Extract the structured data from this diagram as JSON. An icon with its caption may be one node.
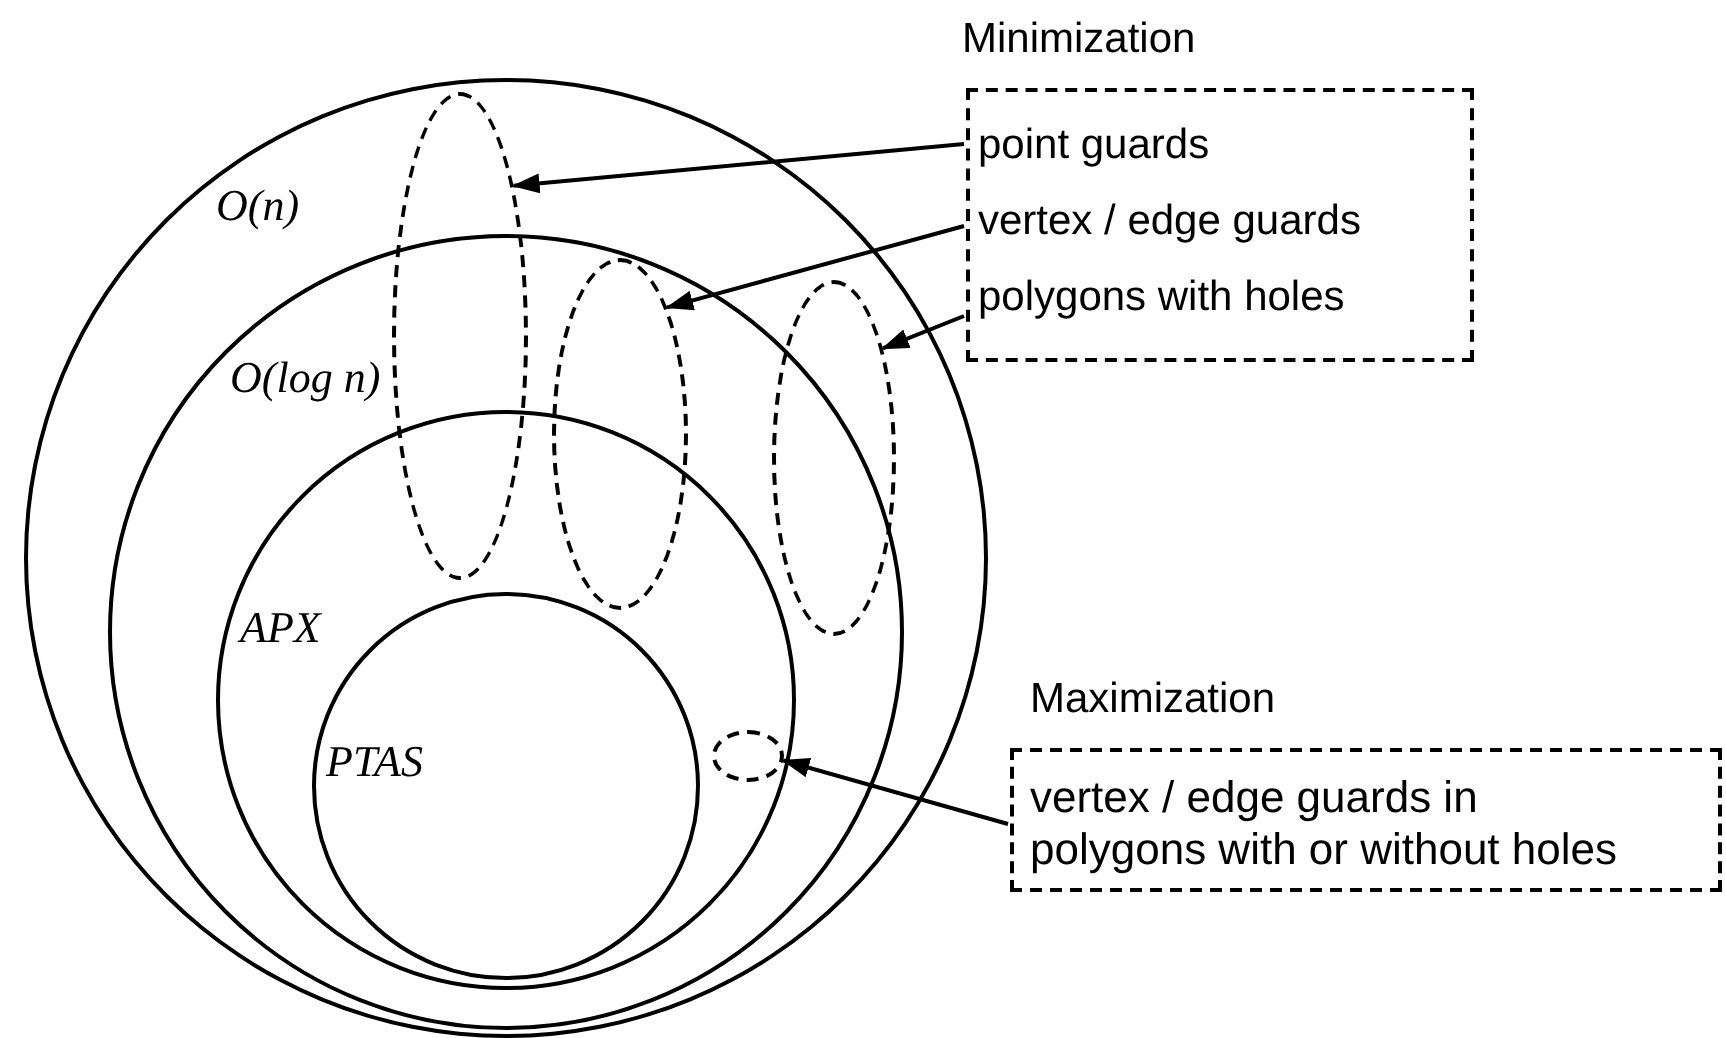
{
  "diagram": {
    "nodes": [
      {
        "text": [
          "O(n)"
        ]
      },
      {
        "text": [
          "O(log n)"
        ],
        "in": 0
      },
      {
        "text": [
          "APX"
        ],
        "in": 1
      },
      {
        "text": [
          "PTAS"
        ],
        "in": 2
      },
      {
        "text": [],
        "shape": "ellipse",
        "in": 0
      },
      {
        "text": [],
        "shape": "ellipse",
        "in": 1
      },
      {
        "text": [],
        "shape": "ellipse",
        "in": 1
      },
      {
        "text": [],
        "shape": "ellipse",
        "in": 2
      },
      {
        "text": [
          "Minimization",
          "point guards",
          "vertex / edge guards",
          "polygons with holes"
        ]
      },
      {
        "text": [
          "Maximization",
          "vertex / edge guards in polygons with or without holes"
        ]
      }
    ],
    "edges": [
      {
        "from": 8,
        "to": 4,
        "arrow": "to"
      },
      {
        "from": 8,
        "to": 5,
        "arrow": "to"
      },
      {
        "from": 8,
        "to": 6,
        "arrow": "to"
      },
      {
        "from": 9,
        "to": 7,
        "arrow": "to"
      }
    ]
  }
}
